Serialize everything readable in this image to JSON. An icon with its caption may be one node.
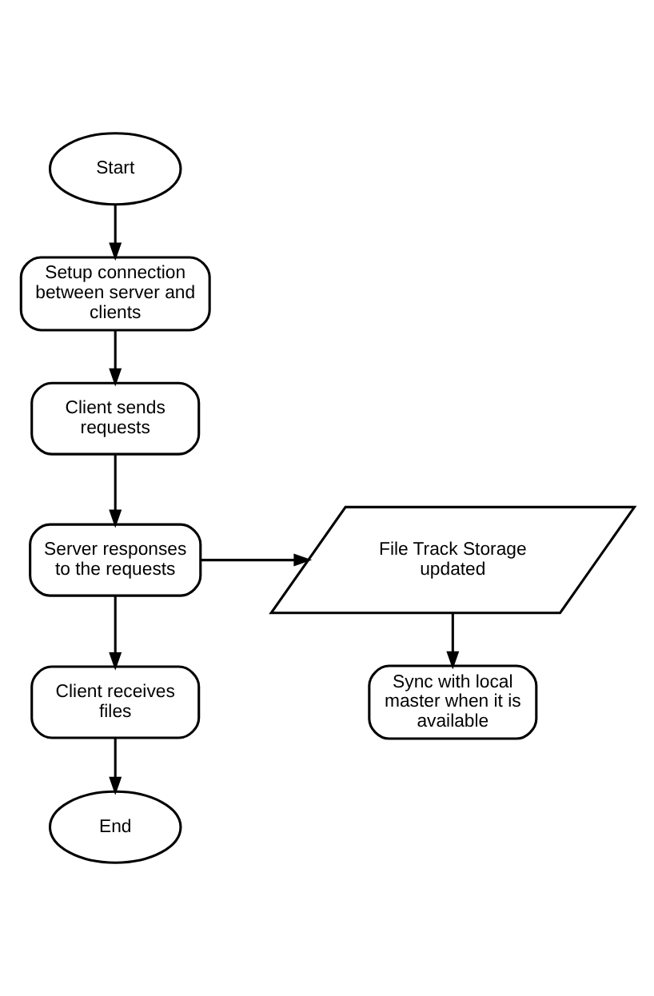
{
  "diagram": {
    "nodes": [
      {
        "text": [
          "Start"
        ]
      },
      {
        "text": [
          "Setup connection between server and clients"
        ]
      },
      {
        "text": [
          "Client sends requests"
        ]
      },
      {
        "text": [
          "Server responses to the requests"
        ]
      },
      {
        "text": [
          "File Track Storage updated"
        ]
      },
      {
        "text": [
          "Sync with local master when it is available"
        ]
      },
      {
        "text": [
          "Client receives files"
        ]
      },
      {
        "text": [
          "End"
        ]
      }
    ],
    "edges": [
      {
        "from": 0,
        "to": 1,
        "arrow": "to"
      },
      {
        "from": 1,
        "to": 2,
        "arrow": "to"
      },
      {
        "from": 2,
        "to": 3,
        "arrow": "to"
      },
      {
        "from": 3,
        "to": 4,
        "arrow": "to"
      },
      {
        "from": 4,
        "to": 5,
        "arrow": "to"
      },
      {
        "from": 3,
        "to": 6,
        "arrow": "to"
      },
      {
        "from": 6,
        "to": 7,
        "arrow": "to"
      }
    ]
  }
}
